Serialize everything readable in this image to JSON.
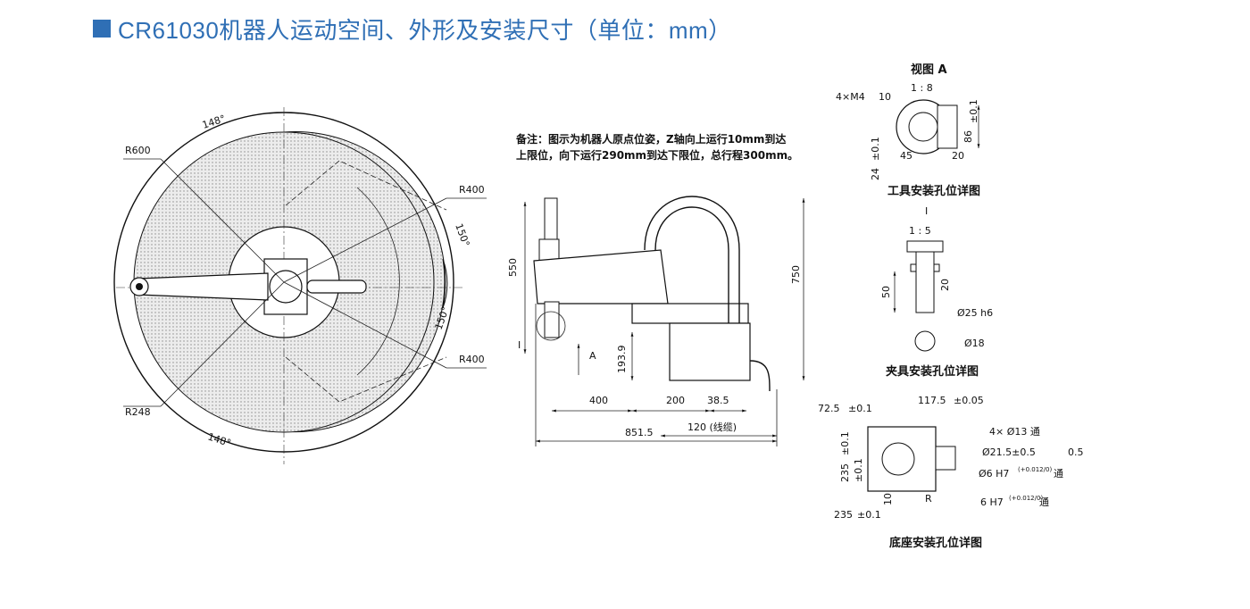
{
  "title": "CR61030机器人运动空间、外形及安装尺寸（单位：mm）",
  "colors": {
    "accent": "#2f6fb5",
    "line": "#111111",
    "hatch": "#d9d9d9"
  },
  "workspace": {
    "r600": "R600",
    "r400_top": "R400",
    "r400_bottom": "R400",
    "r248": "R248",
    "angle_148_top": "148°",
    "angle_148_bottom": "148°",
    "angle_150_top": "150°",
    "angle_150_bottom": "150°"
  },
  "side_view": {
    "note_line1": "备注：图示为机器人原点位姿，Z轴向上运行10mm到达",
    "note_line2": "上限位，向下运行290mm到达下限位，总行程300mm。",
    "dim_550": "550",
    "dim_750": "750",
    "dim_193_9": "193.9",
    "dim_400": "400",
    "dim_200": "200",
    "dim_38_5": "38.5",
    "dim_120": "120 (线缆)",
    "dim_851_5": "851.5",
    "label_a": "A",
    "label_i": "I"
  },
  "view_a": {
    "title": "视图 A",
    "scale": "1 : 8",
    "hole": "4×M4",
    "depth": "10",
    "dim_86": "86",
    "tol_86": "±0.1",
    "dim_45": "45",
    "dim_20": "20",
    "dim_24": "24",
    "tol_24": "±0.1",
    "caption": "工具安装孔位详图"
  },
  "detail_i": {
    "title": "I",
    "scale": "1 : 5",
    "dim_50": "50",
    "dim_20": "20",
    "dia_25": "Ø25 h6",
    "dia_18": "Ø18",
    "caption": "夹具安装孔位详图"
  },
  "base": {
    "dim_72_5": "72.5",
    "tol_72_5": "±0.1",
    "dim_117_5": "117.5",
    "tol_117_5": "±0.05",
    "hole_13": "4× Ø13 通",
    "hole_21_5": "Ø21.5±0.5",
    "hole_21_5_depth": "0.5",
    "hole_6_top": "Ø6 H7",
    "tol_6_top": "(+0.012/0)",
    "thru_6_top": "通",
    "tol_y": "±0.1",
    "dim_235_v": "235",
    "tol_235_v": "±0.1",
    "dim_10": "10",
    "label_r": "R",
    "hole_6_bottom": "6 H7",
    "tol_6_bottom": "(+0.012/0)",
    "thru_6_bottom": "通",
    "dim_235_h": "235",
    "tol_235_h": "±0.1",
    "caption": "底座安装孔位详图"
  }
}
